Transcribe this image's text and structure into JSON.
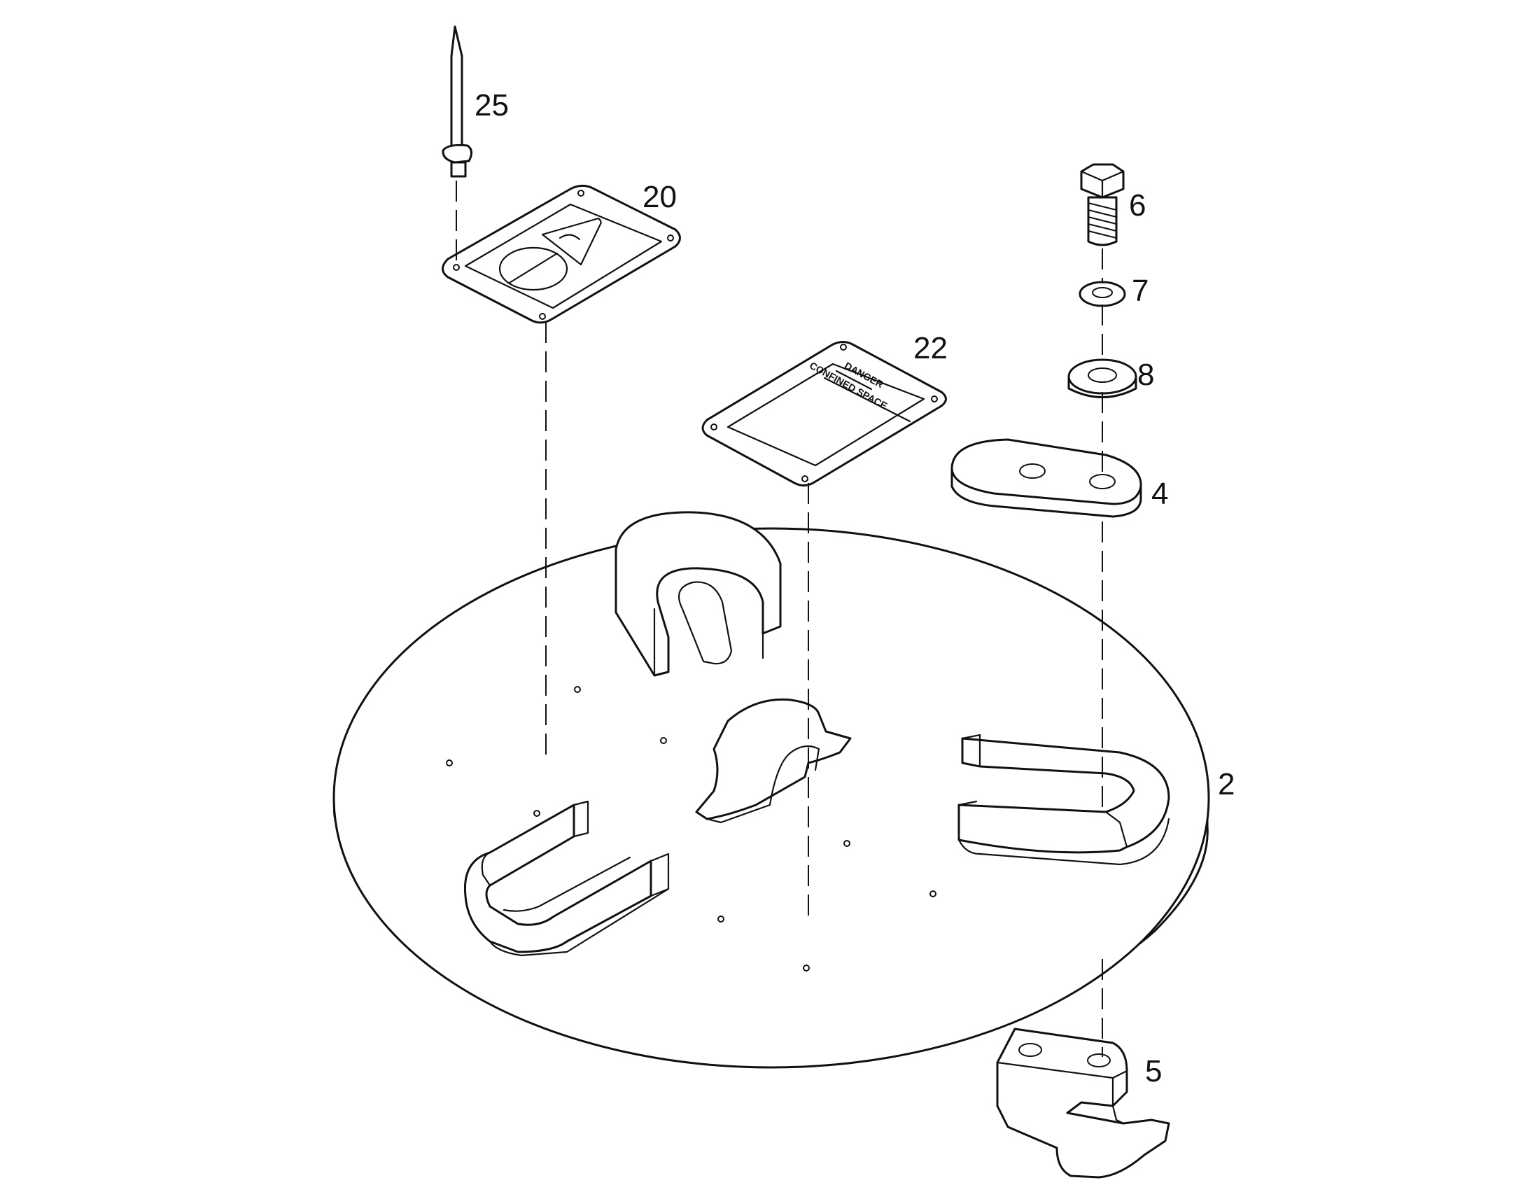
{
  "diagram": {
    "callouts": [
      {
        "id": "25",
        "label": "25"
      },
      {
        "id": "20",
        "label": "20"
      },
      {
        "id": "22",
        "label": "22"
      },
      {
        "id": "6",
        "label": "6"
      },
      {
        "id": "7",
        "label": "7"
      },
      {
        "id": "8",
        "label": "8"
      },
      {
        "id": "4",
        "label": "4"
      },
      {
        "id": "2",
        "label": "2"
      },
      {
        "id": "5",
        "label": "5"
      }
    ],
    "danger_sign": {
      "heading": "DANGER",
      "title": "CONFINED SPACE"
    }
  }
}
